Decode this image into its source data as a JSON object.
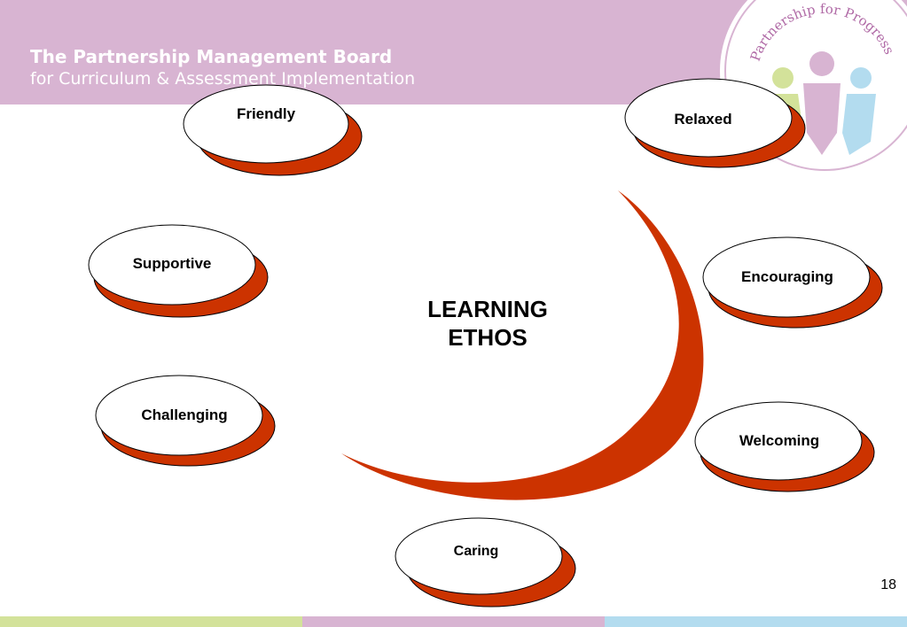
{
  "header": {
    "title": "The Partnership Management Board",
    "subtitle": "for Curriculum & Assessment Implementation",
    "background_color": "#d8b4d2"
  },
  "logo": {
    "text": "Partnership for Progress",
    "colors": [
      "#d3e29a",
      "#d8b4d2",
      "#b3dcef"
    ]
  },
  "diagram": {
    "center_label_line1": "LEARNING",
    "center_label_line2": "ETHOS",
    "accent_color": "#cc3300",
    "qualities": [
      {
        "label": "Friendly"
      },
      {
        "label": "Relaxed"
      },
      {
        "label": "Supportive"
      },
      {
        "label": "Encouraging"
      },
      {
        "label": "Challenging"
      },
      {
        "label": "Welcoming"
      },
      {
        "label": "Caring"
      }
    ]
  },
  "page_number": "18",
  "footer_colors": [
    "#d3e29a",
    "#d8b4d2",
    "#b3dcef"
  ]
}
